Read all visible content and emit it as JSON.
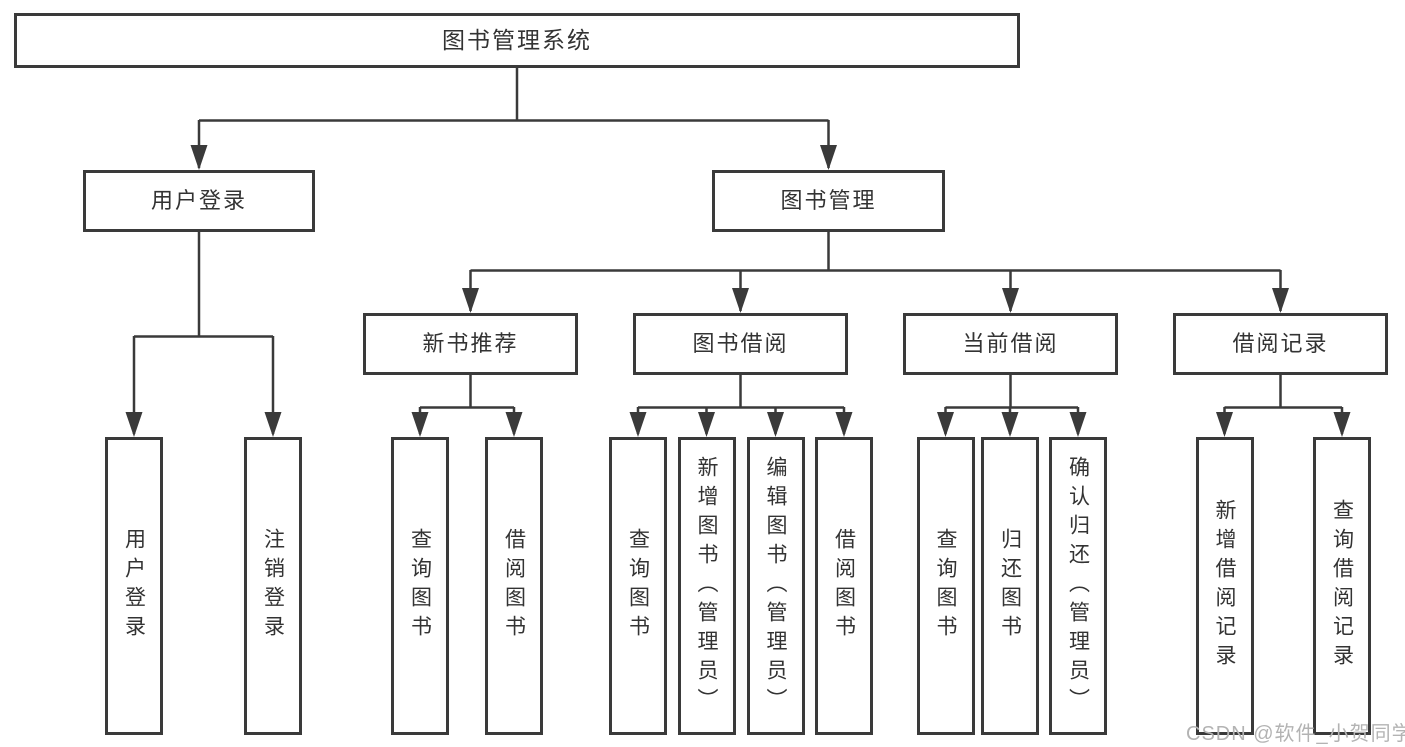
{
  "diagram": {
    "root": {
      "label": "图书管理系统"
    },
    "branches": [
      {
        "label": "用户登录",
        "children": [
          {
            "label": "用户登录"
          },
          {
            "label": "注销登录"
          }
        ]
      },
      {
        "label": "图书管理",
        "children": [
          {
            "label": "新书推荐",
            "children": [
              {
                "label": "查询图书"
              },
              {
                "label": "借阅图书"
              }
            ]
          },
          {
            "label": "图书借阅",
            "children": [
              {
                "label": "查询图书"
              },
              {
                "label": "新增图书（管理员）"
              },
              {
                "label": "编辑图书（管理员）"
              },
              {
                "label": "借阅图书"
              }
            ]
          },
          {
            "label": "当前借阅",
            "children": [
              {
                "label": "查询图书"
              },
              {
                "label": "归还图书"
              },
              {
                "label": "确认归还（管理员）"
              }
            ]
          },
          {
            "label": "借阅记录",
            "children": [
              {
                "label": "新增借阅记录"
              },
              {
                "label": "查询借阅记录"
              }
            ]
          }
        ]
      }
    ]
  },
  "icons": {
    "arrowhead": "filled-down-triangle"
  },
  "colors": {
    "line": "#3a3a3a",
    "border": "#3a3a3a",
    "text": "#333333",
    "watermark": "#b3b3b3",
    "background": "#ffffff"
  },
  "watermark": {
    "text": "CSDN @软件_小贺同学"
  }
}
